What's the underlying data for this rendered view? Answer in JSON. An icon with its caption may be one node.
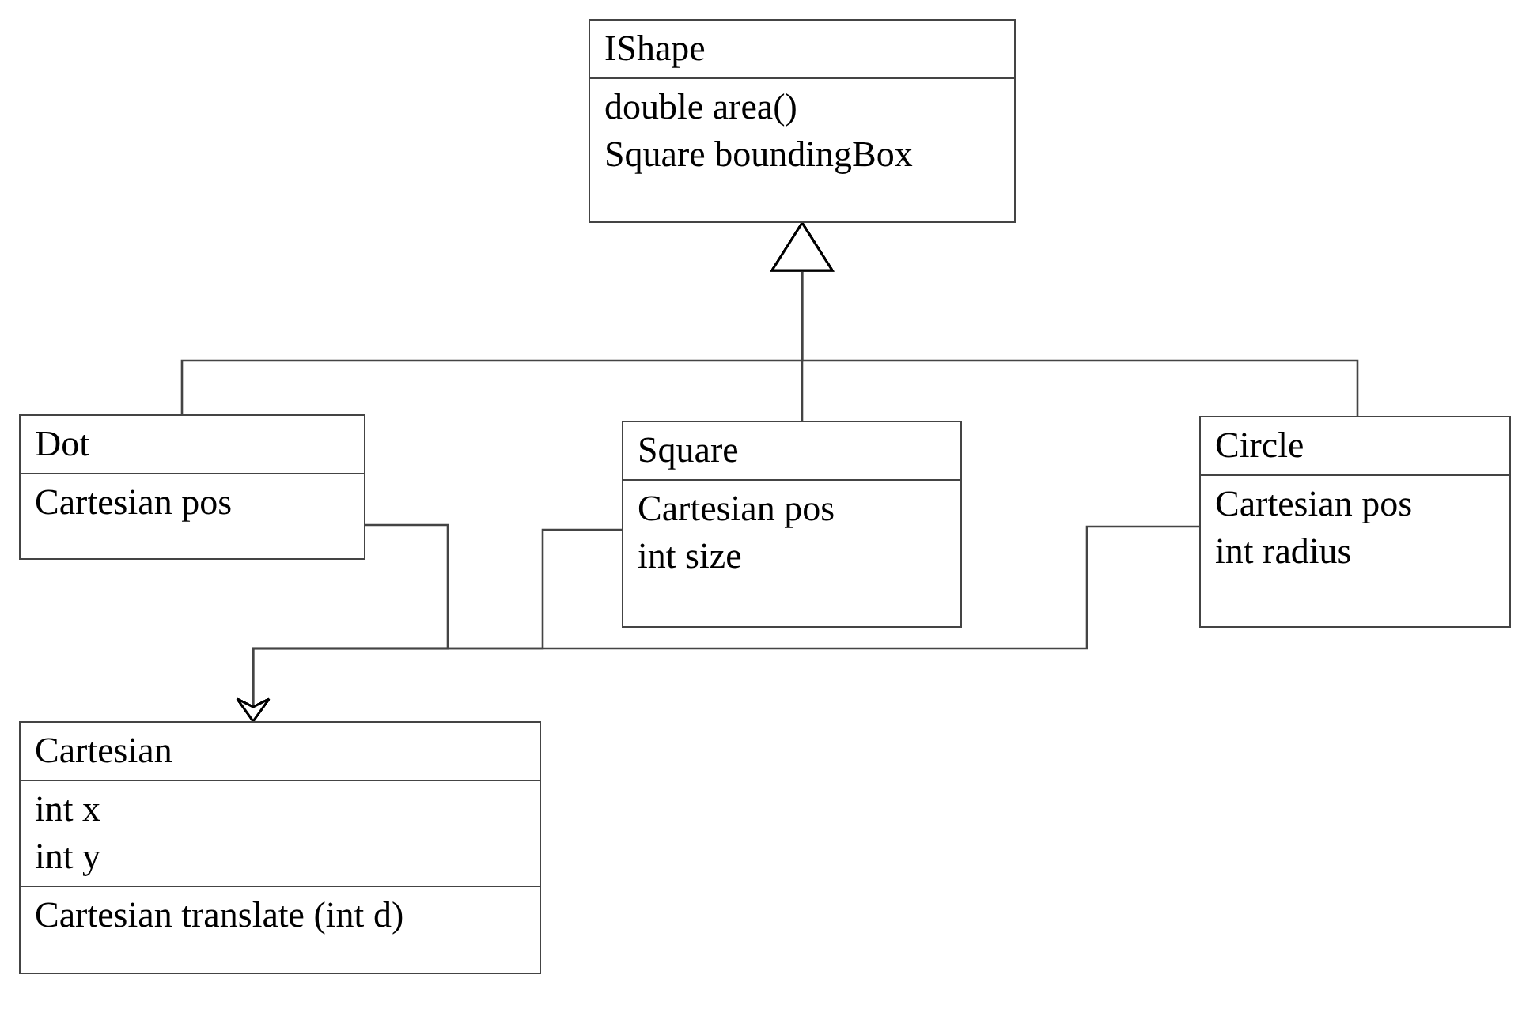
{
  "diagram": {
    "nodes": [
      {
        "text": [
          "IShape",
          "double area()",
          "Square boundingBox"
        ]
      },
      {
        "text": [
          "Dot",
          "Cartesian pos"
        ]
      },
      {
        "text": [
          "Square",
          "Cartesian pos",
          "int size"
        ]
      },
      {
        "text": [
          "Circle",
          "Cartesian pos",
          "int radius"
        ]
      },
      {
        "text": [
          "Cartesian",
          "int x",
          "int y",
          "Cartesian translate (int d)"
        ]
      }
    ],
    "edges": [
      {
        "from": 1,
        "to": 0,
        "arrow": "to"
      },
      {
        "from": 2,
        "to": 0,
        "arrow": "to"
      },
      {
        "from": 3,
        "to": 0,
        "arrow": "to"
      },
      {
        "from": 1,
        "to": 4,
        "arrow": "to"
      },
      {
        "from": 2,
        "to": 4,
        "arrow": "to"
      },
      {
        "from": 3,
        "to": 4,
        "arrow": "to"
      }
    ]
  }
}
